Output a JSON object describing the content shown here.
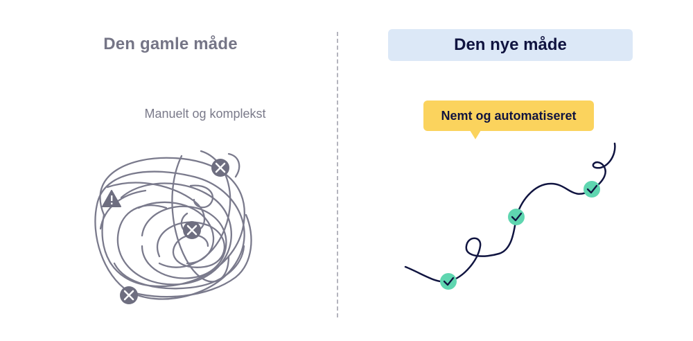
{
  "left": {
    "title": "Den gamle måde",
    "subtitle": "Manuelt og komplekst"
  },
  "right": {
    "title": "Den nye måde",
    "bubble_text": "Nemt og automatiseret"
  },
  "colors": {
    "old_line": "#7a7a8c",
    "new_line": "#101440",
    "check_fill": "#5fd6b0",
    "bubble": "#fbd35d",
    "header_bg": "#dce8f7"
  }
}
